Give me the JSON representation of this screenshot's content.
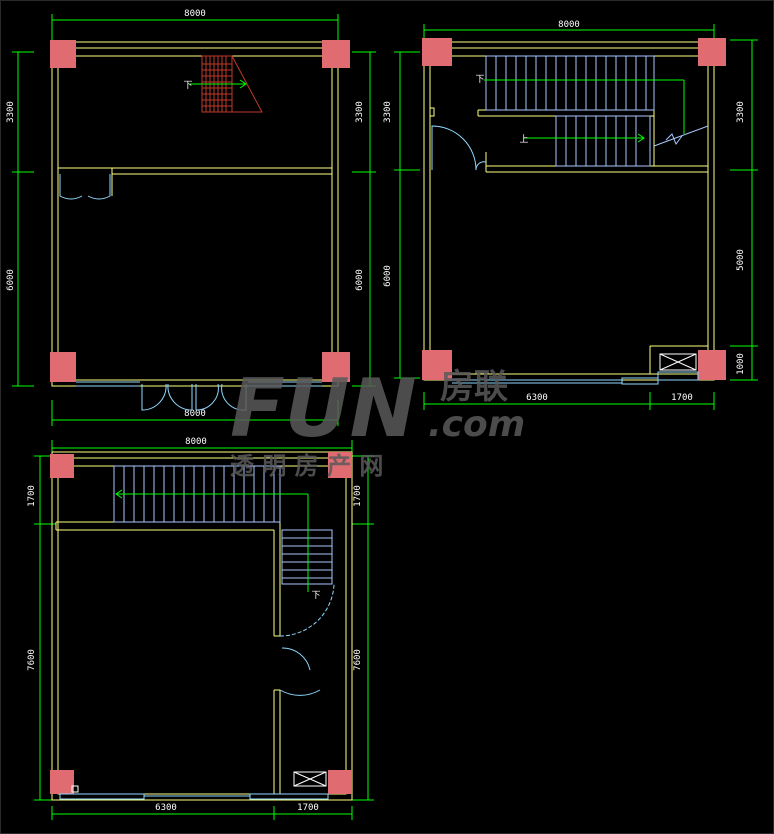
{
  "plan1": {
    "dim_top": "8000",
    "dim_bottom": "8000",
    "dim_left_upper": "3300",
    "dim_left_lower": "6000",
    "dim_right_upper": "3300",
    "dim_right_lower": "6000",
    "stair_arrow_label": "下"
  },
  "plan2": {
    "dim_top": "8000",
    "dim_left_upper": "3300",
    "dim_left_lower": "6000",
    "dim_right_upper": "3300",
    "dim_right_middle": "5000",
    "dim_right_lower": "1000",
    "dim_bottom_left": "6300",
    "dim_bottom_right": "1700",
    "stair_label_up": "下",
    "stair_label_down": "上"
  },
  "plan3": {
    "dim_top": "8000",
    "dim_left_upper": "1700",
    "dim_left_lower": "7600",
    "dim_right_upper": "1700",
    "dim_right_lower": "7600",
    "dim_bottom_left": "6300",
    "dim_bottom_right": "1700",
    "stair_label": "下"
  },
  "watermark": {
    "logo_text": "FUN",
    "brand": "房联",
    "domain": ".com",
    "slogan": "透 明 房 产 网"
  },
  "colors": {
    "background": "#000000",
    "wall": "#ffff80",
    "dimension": "#00ff00",
    "column": "#e06c72",
    "door_window": "#8fd8ff",
    "stair_red": "#c0392b",
    "stair_blue": "#a8c8ff",
    "text": "#ffffff",
    "watermark": "#5a5a5a"
  }
}
